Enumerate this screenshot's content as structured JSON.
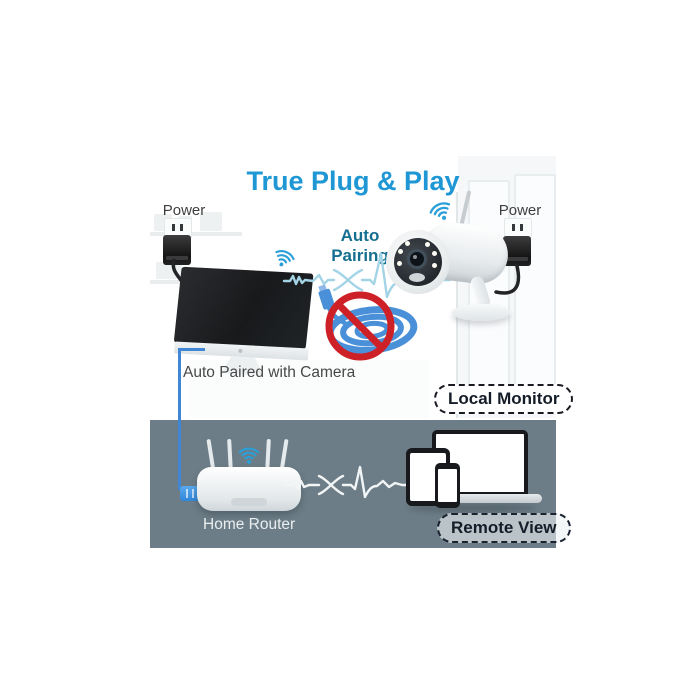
{
  "title": "True Plug & Play",
  "top": {
    "power_left": "Power",
    "power_right": "Power",
    "auto_pairing": "Auto\nPairing",
    "auto_paired": "Auto Paired with Camera",
    "local_monitor": "Local Monitor"
  },
  "bottom": {
    "home_router": "Home Router",
    "remote_view": "Remote View"
  },
  "icons": {
    "wifi": "wifi-signal-arcs",
    "no_ethernet": "prohibited-ethernet-cable",
    "pulse": "heartbeat-pairing-line",
    "power_adapter": "usb-power-adapter"
  },
  "colors": {
    "title-blue": "#1f97d4",
    "pairing-teal": "#156f90",
    "heartbeat-blue": "#a3d4e6",
    "band-gray": "#6d7d87",
    "connect-blue": "#3f87d6",
    "wifi-blue": "#2a9fd8",
    "prohibit-red": "#cd2127",
    "cable-blue": "#4a90d9",
    "label-dark": "#3f3f3f",
    "router-label": "#e9eef0",
    "badge-dark": "#141c28"
  }
}
